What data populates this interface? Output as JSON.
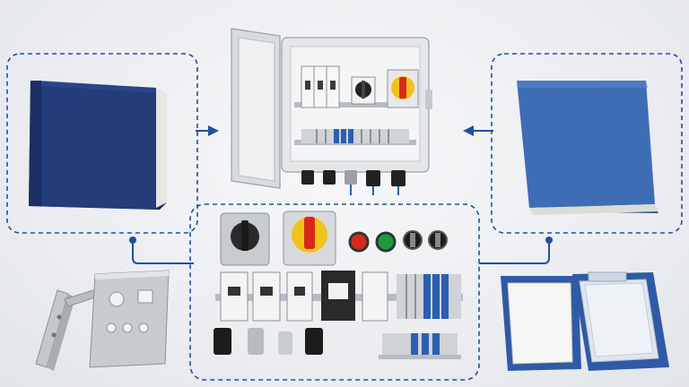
{
  "scene": {
    "caption": "",
    "colors": {
      "background": "#eceef1",
      "dash_line": "#1f4fa0",
      "binder_dark": "#233c7a",
      "binder_light": "#3f6db5",
      "enclosure": "#e4e6e8",
      "din_rail": "#b8bcc2",
      "switch_red": "#d8281c",
      "switch_yellow": "#f2c21b",
      "terminal_blue": "#2b5fb0",
      "pilot_green": "#1e9a3c"
    },
    "items": [
      {
        "name": "dark-binder",
        "icon": "book-icon"
      },
      {
        "name": "open-enclosure",
        "icon": "cabinet-icon"
      },
      {
        "name": "light-binder",
        "icon": "book-icon"
      },
      {
        "name": "component-kit",
        "icon": "components-icon"
      },
      {
        "name": "mounting-brackets",
        "icon": "bracket-icon"
      },
      {
        "name": "gland-plate",
        "icon": "plate-icon"
      },
      {
        "name": "document-folder",
        "icon": "folder-icon"
      }
    ]
  }
}
